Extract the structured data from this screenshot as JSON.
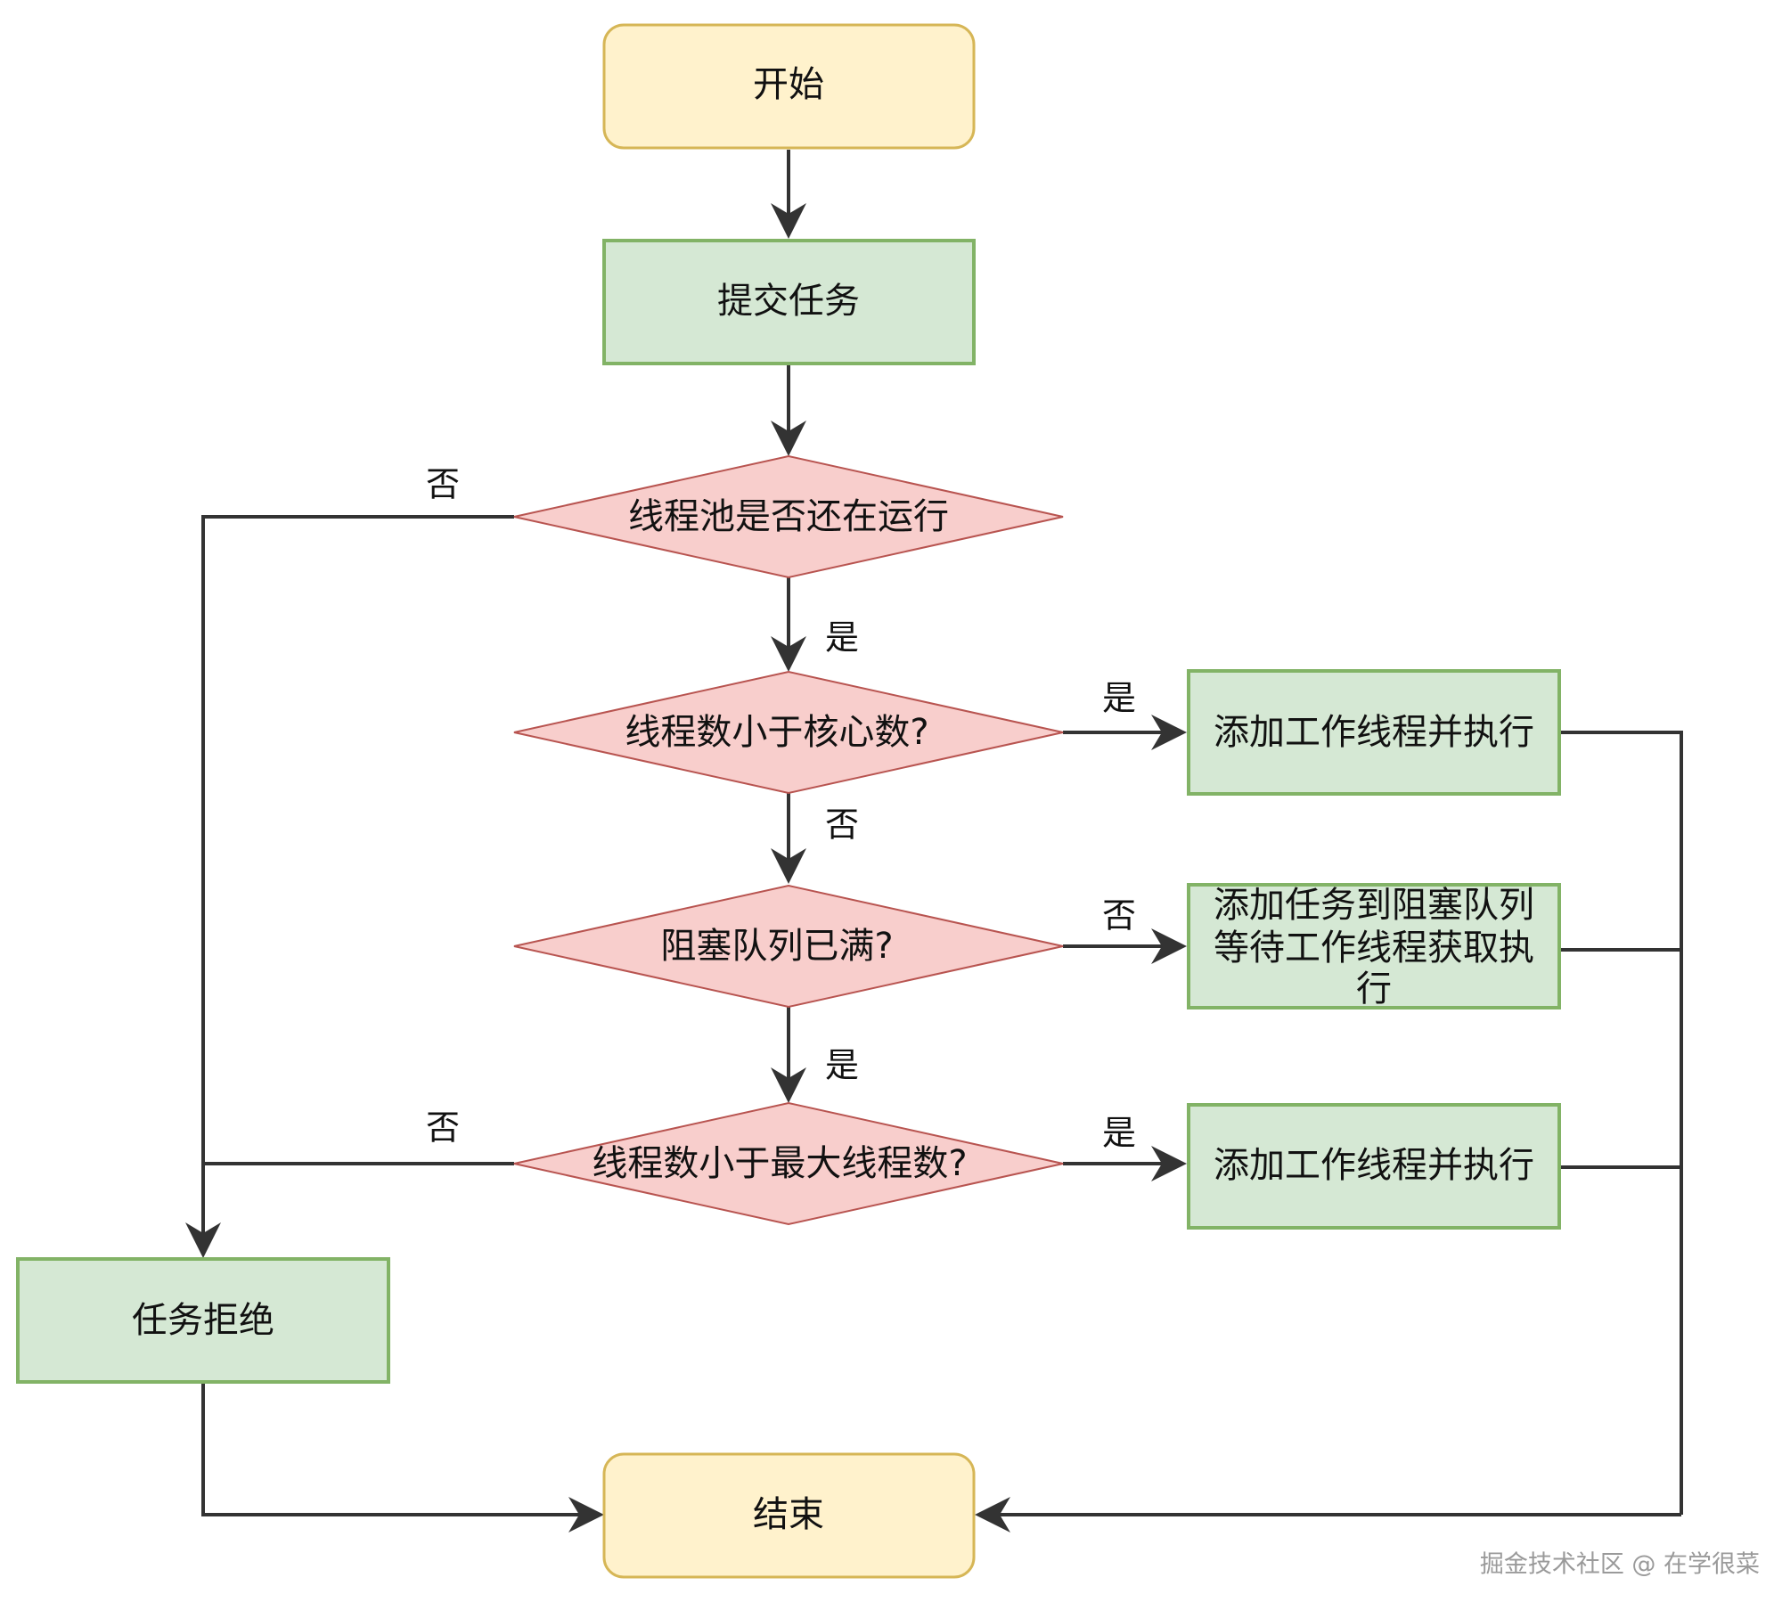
{
  "colors": {
    "terminal_fill": "#fff2cc",
    "terminal_stroke": "#d6b656",
    "process_fill": "#d5e8d4",
    "process_stroke": "#82b366",
    "decision_fill": "#f8cecc",
    "decision_stroke": "#b85450",
    "edge": "#333333"
  },
  "nodes": {
    "start": "开始",
    "submit": "提交任务",
    "check_running": "线程池是否还在运行",
    "check_core": "线程数小于核心数?",
    "add_worker_1": "添加工作线程并执行",
    "check_queue_full": "阻塞队列已满?",
    "enqueue_line1": "添加任务到阻塞队列",
    "enqueue_line2": "等待工作线程获取执",
    "enqueue_line3": "行",
    "check_max": "线程数小于最大线程数?",
    "add_worker_2": "添加工作线程并执行",
    "reject": "任务拒绝",
    "end": "结束"
  },
  "edge_labels": {
    "running_no": "否",
    "running_yes": "是",
    "core_yes": "是",
    "core_no": "否",
    "queue_no": "否",
    "queue_yes": "是",
    "max_no": "否",
    "max_yes": "是"
  },
  "watermark": "掘金技术社区 @ 在学很菜"
}
